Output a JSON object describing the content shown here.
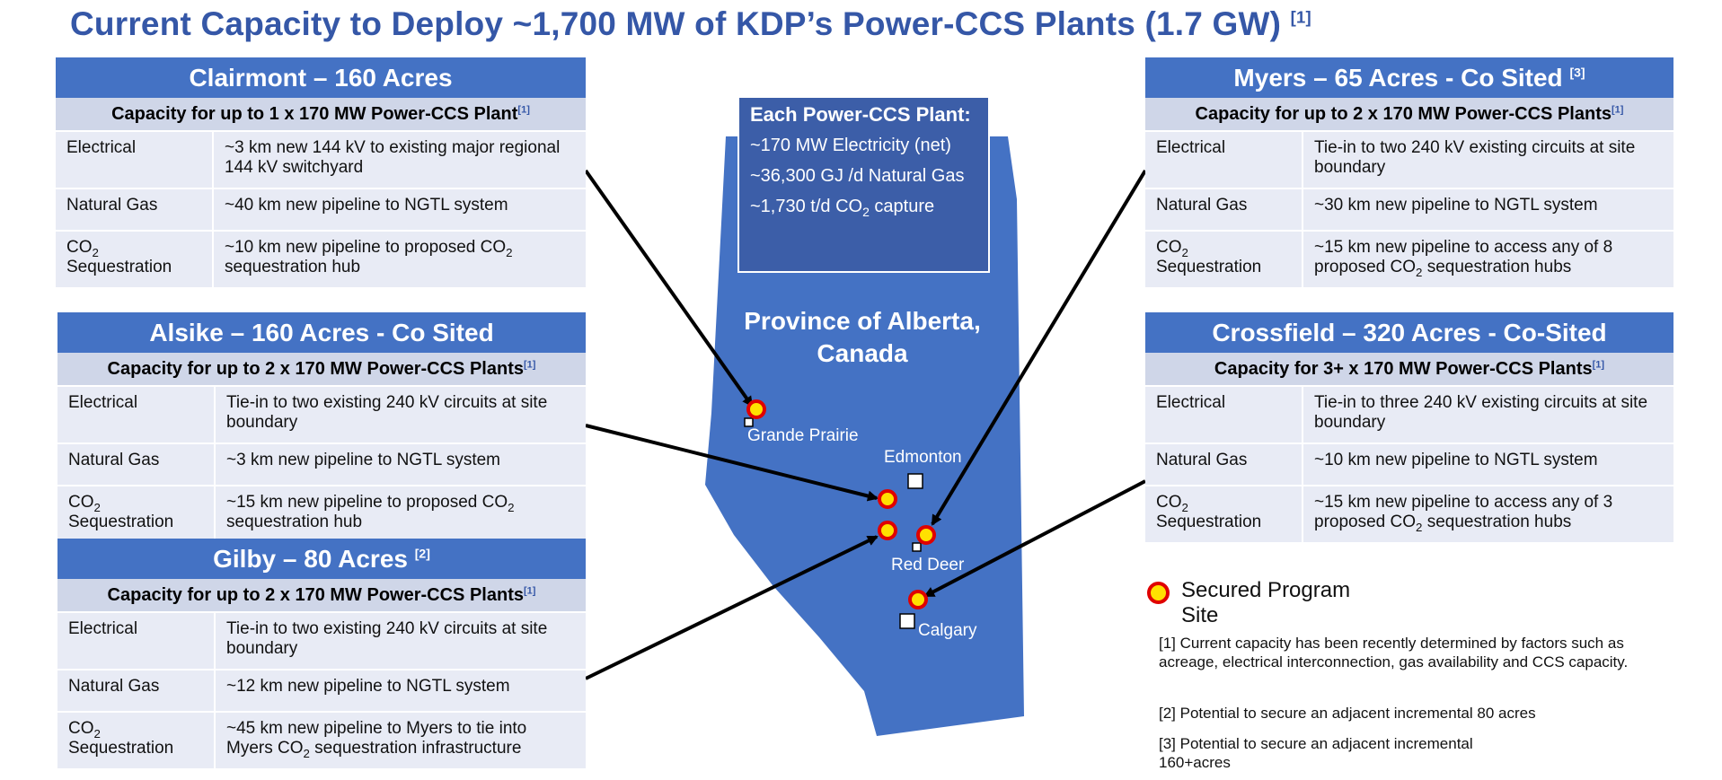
{
  "title": {
    "text": "Current Capacity to Deploy ~1,700 MW of KDP’s Power-CCS Plants (1.7 GW)",
    "ref": "[1]"
  },
  "row_labels": {
    "electrical": "Electrical",
    "natural_gas": "Natural Gas",
    "co2_prefix": "CO",
    "co2_sub": "2",
    "sequestration": "Sequestration"
  },
  "sites": {
    "clairmont": {
      "title": "Clairmont – 160 Acres",
      "title_ref": "",
      "subtitle": "Capacity for up to 1 x 170 MW Power-CCS Plant",
      "subtitle_ref": "[1]",
      "electrical": "~3 km new 144 kV to existing major regional 144 kV switchyard",
      "natural_gas": "~40 km new pipeline to NGTL system",
      "co2_pre": "~10 km new pipeline to proposed CO",
      "co2_post": " sequestration hub"
    },
    "alsike": {
      "title": "Alsike – 160 Acres - Co Sited",
      "title_ref": "",
      "subtitle": "Capacity for up to 2 x 170 MW Power-CCS Plants",
      "subtitle_ref": "[1]",
      "electrical": "Tie-in to two existing 240 kV circuits at site boundary",
      "natural_gas": "~3 km new pipeline to NGTL system",
      "co2_pre": "~15 km new pipeline to proposed CO",
      "co2_post": " sequestration hub"
    },
    "gilby": {
      "title": "Gilby – 80 Acres",
      "title_ref": "[2]",
      "subtitle": "Capacity for up to 2 x 170 MW Power-CCS Plants",
      "subtitle_ref": "[1]",
      "electrical": "Tie-in to two existing 240 kV circuits at site boundary",
      "natural_gas": "~12 km new pipeline to NGTL system",
      "co2_pre": "~45 km new pipeline to Myers to tie into Myers  CO",
      "co2_post": " sequestration infrastructure"
    },
    "myers": {
      "title": "Myers – 65 Acres - Co Sited",
      "title_ref": "[3]",
      "subtitle": "Capacity for up to 2 x 170 MW Power-CCS Plants",
      "subtitle_ref": "[1]",
      "electrical": "Tie-in to two 240 kV existing circuits at site boundary",
      "natural_gas": "~30 km new pipeline to NGTL system",
      "co2_pre": "~15 km new pipeline to access any of 8 proposed CO",
      "co2_post": " sequestration hubs"
    },
    "crossfield": {
      "title": "Crossfield – 320 Acres - Co-Sited",
      "title_ref": "",
      "subtitle": "Capacity for 3+ x 170 MW Power-CCS Plants",
      "subtitle_ref": "[1]",
      "electrical": "Tie-in to three 240 kV existing circuits at site boundary",
      "natural_gas": "~10 km new pipeline to NGTL system",
      "co2_pre": "~15 km new pipeline to access any of 3 proposed CO",
      "co2_post": " sequestration hubs"
    }
  },
  "info_box": {
    "title": "Each Power-CCS Plant:",
    "electricity": "~170 MW Electricity (net)",
    "gas": "~36,300 GJ /d Natural Gas",
    "co2_pre": "~1,730 t/d CO",
    "co2_post": " capture"
  },
  "map": {
    "province": "Province of Alberta, Canada",
    "cities": {
      "grande_prairie": "Grande Prairie",
      "edmonton": "Edmonton",
      "red_deer": "Red Deer",
      "calgary": "Calgary"
    },
    "colors": {
      "province": "#4472c4",
      "site_fill": "#ffe000",
      "site_ring": "#e00000",
      "arrow": "#000000"
    }
  },
  "legend": {
    "label": "Secured Program Site"
  },
  "footnotes": {
    "f1": "[1]  Current capacity has been recently determined by factors such as acreage, electrical interconnection, gas availability and CCS capacity.",
    "f2": "[2] Potential to secure an adjacent incremental 80 acres",
    "f3": "[3] Potential to secure an adjacent incremental 160+acres"
  }
}
